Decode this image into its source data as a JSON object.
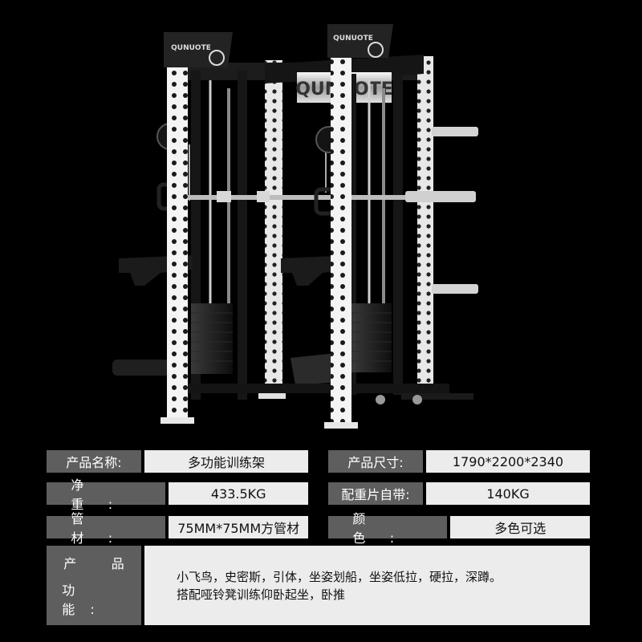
{
  "brand": {
    "logo_text": "QUNUOTE"
  },
  "specs": {
    "name_label": "产品名称:",
    "name_value": "多功能训练架",
    "size_label": "产品尺寸:",
    "size_value": "1790*2200*2340",
    "weight_label": "净 重:",
    "weight_value": "433.5KG",
    "counterweight_label": "配重片自带:",
    "counterweight_value": "140KG",
    "material_label": "管 材:",
    "material_value": "75MM*75MM方管材",
    "color_label": "颜 色:",
    "color_value": "多色可选"
  },
  "function": {
    "label_line1": "产 品",
    "label_line2": "功 能:",
    "line1": "小飞鸟，史密斯，引体，坐姿划船，坐姿低拉，硬拉，深蹲。",
    "line2": "搭配哑铃凳训练仰卧起坐，卧推"
  },
  "colors": {
    "background": "#000000",
    "label_bg": "#5e5e5e",
    "value_bg": "#ececec"
  }
}
